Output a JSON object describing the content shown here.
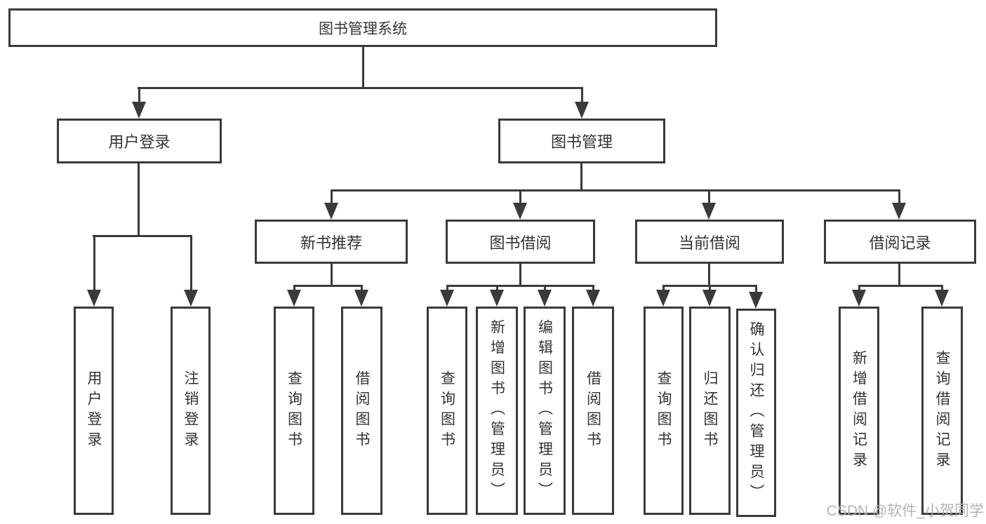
{
  "tree": {
    "label": "图书管理系统",
    "children": [
      {
        "label": "用户登录",
        "children": [
          {
            "label": "用户登录"
          },
          {
            "label": "注销登录"
          }
        ]
      },
      {
        "label": "图书管理",
        "children": [
          {
            "label": "新书推荐",
            "children": [
              {
                "label": "查询图书"
              },
              {
                "label": "借阅图书"
              }
            ]
          },
          {
            "label": "图书借阅",
            "children": [
              {
                "label": "查询图书"
              },
              {
                "label": "新增图书（管理员）"
              },
              {
                "label": "编辑图书（管理员）"
              },
              {
                "label": "借阅图书"
              }
            ]
          },
          {
            "label": "当前借阅",
            "children": [
              {
                "label": "查询图书"
              },
              {
                "label": "归还图书"
              },
              {
                "label": "确认归还（管理员）"
              }
            ]
          },
          {
            "label": "借阅记录",
            "children": [
              {
                "label": "新增借阅记录"
              },
              {
                "label": "查询借阅记录"
              }
            ]
          }
        ]
      }
    ]
  },
  "watermark": "CSDN @软件_小贺同学",
  "colors": {
    "line": "#3a3a3a",
    "text": "#333333",
    "watermark": "#adadad"
  }
}
